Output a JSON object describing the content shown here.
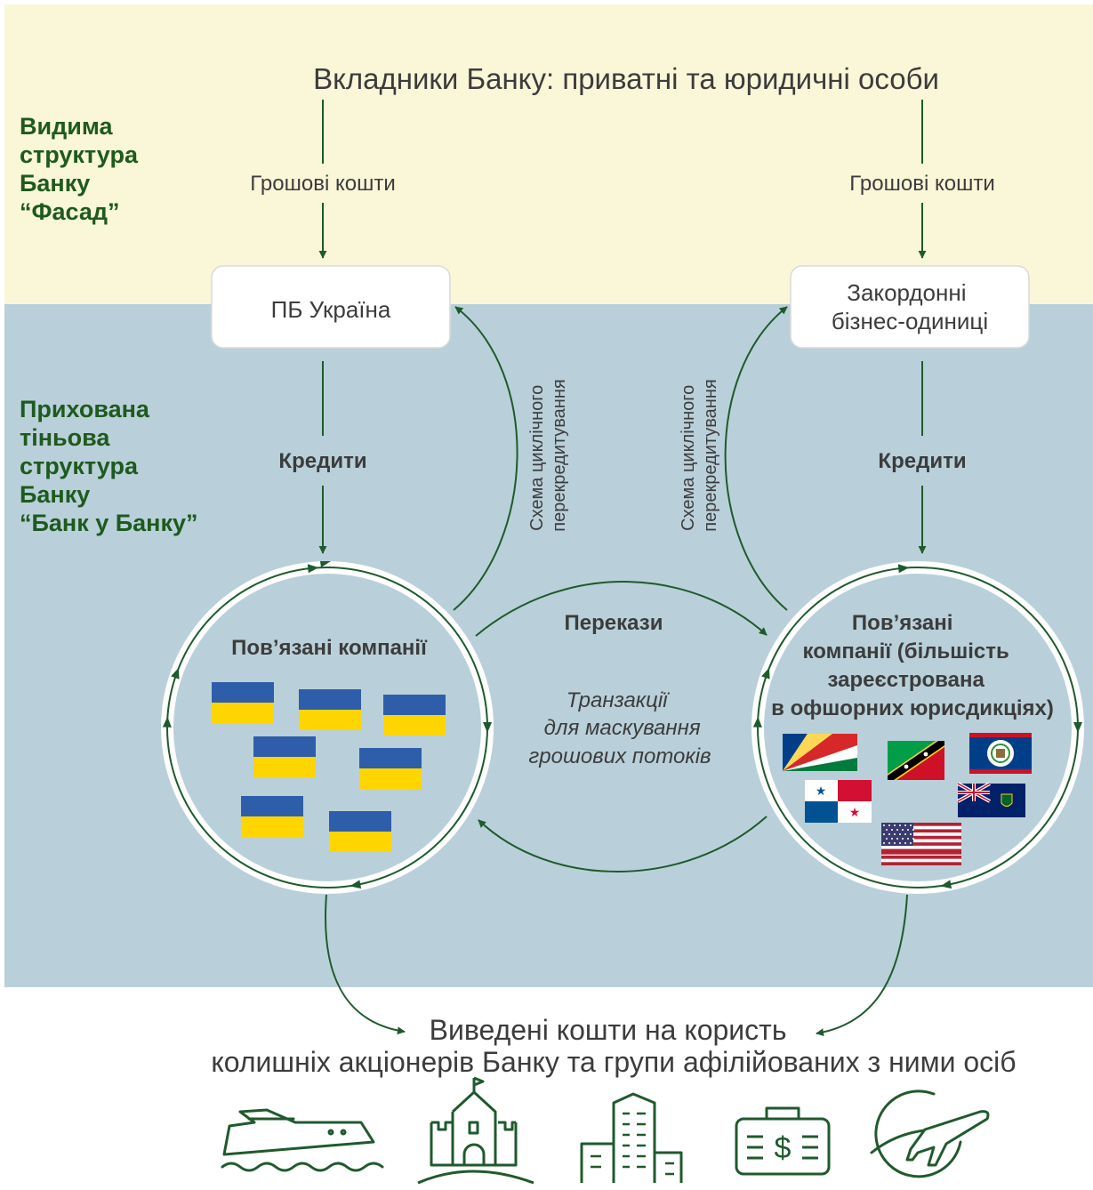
{
  "top_zone": {
    "label_lines": [
      "Видима",
      "структура",
      "Банку",
      "“Фасад”"
    ],
    "bg_color": "#faf6d8"
  },
  "hidden_zone": {
    "label_lines": [
      "Прихована",
      "тіньова",
      "структура",
      "Банку",
      "“Банк у Банку”"
    ],
    "bg_color": "#b9d0da"
  },
  "depositors": "Вкладники Банку: приватні та юридичні особи",
  "money_left": "Грошові кошти",
  "money_right": "Грошові кошти",
  "pb_ukraine": "ПБ Україна",
  "foreign_units_lines": [
    "Закордонні",
    "бізнес-одиниці"
  ],
  "credits_left": "Кредити",
  "credits_right": "Кредити",
  "cyclic_scheme_left": [
    "Схема циклічного",
    "перекредитування"
  ],
  "cyclic_scheme_right": [
    "Схема циклічного",
    "перекредитування"
  ],
  "related_left": "Пов’язані компанії",
  "related_right_lines": [
    "Пов’язані",
    "компанії (більшість",
    "зареєстрована",
    "в офшорних юрисдикціях)"
  ],
  "transfers": "Перекази",
  "transactions_lines": [
    "Транзакції",
    "для маскування",
    "грошових потоків"
  ],
  "withdrawn_lines": [
    "Виведені кошти на користь",
    "колишніх акціонерів Банку та групи афілійованих з ними осіб"
  ],
  "icons": [
    "yacht-icon",
    "castle-icon",
    "skyscraper-icon",
    "cash-case-icon",
    "globe-plane-icon"
  ],
  "flags_left": [
    "ukraine-flag",
    "ukraine-flag",
    "ukraine-flag",
    "ukraine-flag",
    "ukraine-flag",
    "ukraine-flag",
    "ukraine-flag"
  ],
  "flags_right": [
    "seychelles-flag",
    "saint-kitts-and-nevis-flag",
    "belize-flag",
    "panama-flag",
    "british-virgin-islands-flag",
    "usa-flag"
  ],
  "colors": {
    "accent_green": "#1f5a2c",
    "heading_green": "#1e5a1e",
    "text_gray": "#3c3c3c"
  }
}
